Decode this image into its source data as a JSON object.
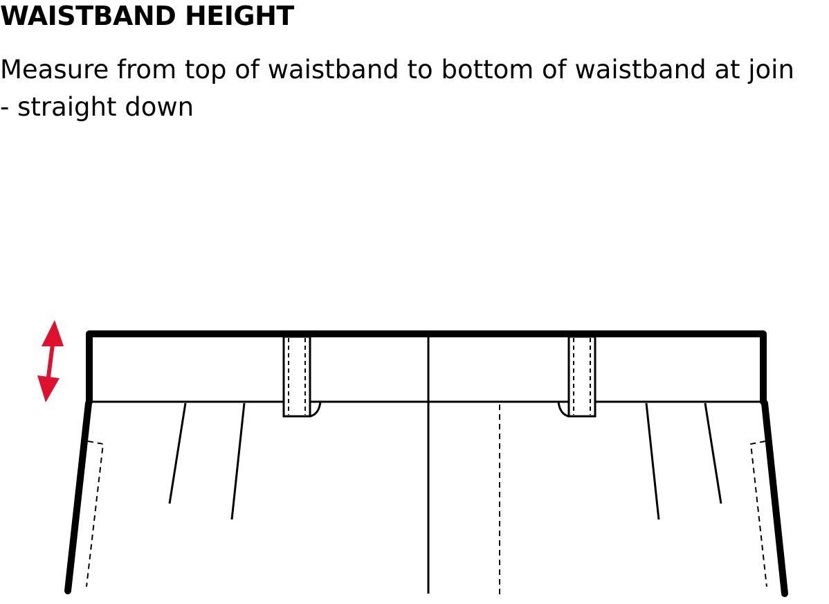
{
  "header": {
    "title": "WAISTBAND HEIGHT"
  },
  "instructions": {
    "line1": "Measure from top of waistband to bottom of waistband at join",
    "line2": "- straight down"
  },
  "diagram": {
    "garment": "trouser waistband (front view)",
    "measure_icon": "double-arrow-vertical-icon",
    "colors": {
      "outline": "#000000",
      "measure_arrow": "#e0102f"
    }
  }
}
